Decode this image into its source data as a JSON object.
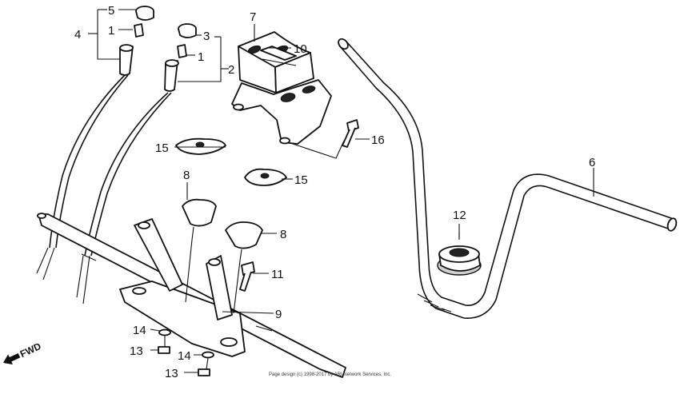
{
  "callouts": {
    "n1a": "1",
    "n1b": "1",
    "n2": "2",
    "n3": "3",
    "n4": "4",
    "n5": "5",
    "n6": "6",
    "n7": "7",
    "n8a": "8",
    "n8b": "8",
    "n9": "9",
    "n10": "10",
    "n11": "11",
    "n12": "12",
    "n13a": "13",
    "n13b": "13",
    "n14a": "14",
    "n14b": "14",
    "n15a": "15",
    "n15b": "15",
    "n16": "16"
  },
  "fwd_label": "FWD",
  "copyright": "Page design (c) 1998-2017 by ARI Network Services, Inc."
}
